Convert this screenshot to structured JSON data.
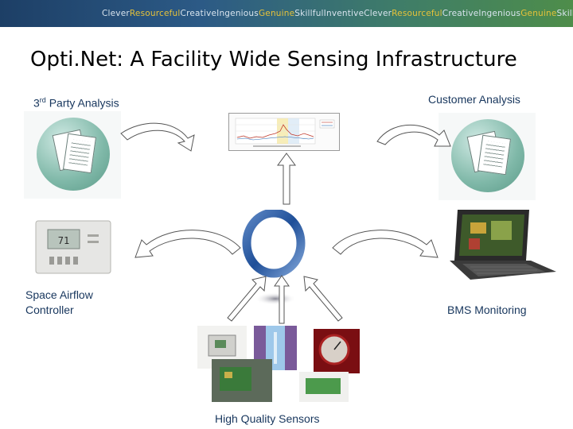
{
  "banner": {
    "text_a": "Clever",
    "text_b": "Resourceful",
    "text_c": "CreativeIngenious",
    "text_d": "Genuine",
    "text_e": "SkillfulInventiveClever",
    "text_f": "Resourceful",
    "text_g": "CreativeIngenious",
    "text_h": "Genuine",
    "text_i": "Skillful"
  },
  "title": "Opti.Net: A Facility Wide Sensing Infrastructure",
  "labels": {
    "third_party_prefix": "3",
    "third_party_sup": "rd",
    "third_party_rest": " Party Analysis",
    "customer_analysis": "Customer Analysis",
    "space_airflow_line1": "Space Airflow",
    "space_airflow_line2": "Controller",
    "bms_monitoring": "BMS Monitoring",
    "sensors": "High Quality Sensors"
  },
  "colors": {
    "label": "#17365d",
    "arrow_fill": "#ffffff",
    "arrow_stroke": "#555555",
    "ring": "#2f5fa3"
  },
  "icons": [
    "document-icon",
    "thermostat-icon",
    "opti-net-logo",
    "line-chart-thumbnail",
    "rack-monitor-icon",
    "sensors-collage"
  ]
}
